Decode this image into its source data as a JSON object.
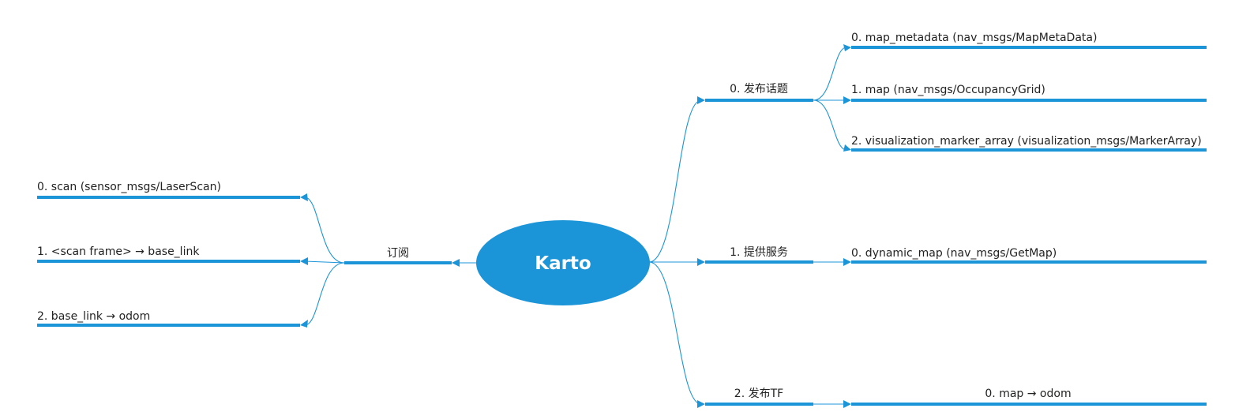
{
  "colors": {
    "accent": "#1c95d8",
    "text": "#222222",
    "center_text": "#ffffff",
    "background": "#ffffff"
  },
  "root": {
    "label": "Karto"
  },
  "right_branches": [
    {
      "label": "0. 发布话题",
      "children": [
        "0. map_metadata (nav_msgs/MapMetaData)",
        "1. map (nav_msgs/OccupancyGrid)",
        "2. visualization_marker_array (visualization_msgs/MarkerArray)"
      ]
    },
    {
      "label": "1. 提供服务",
      "children": [
        "0. dynamic_map (nav_msgs/GetMap)"
      ]
    },
    {
      "label": "2. 发布TF",
      "children": [
        "0. map → odom"
      ]
    }
  ],
  "left_branch": {
    "label": "订阅",
    "children": [
      "0. scan (sensor_msgs/LaserScan)",
      "1. <scan frame> → base_link",
      "2. base_link → odom"
    ]
  }
}
